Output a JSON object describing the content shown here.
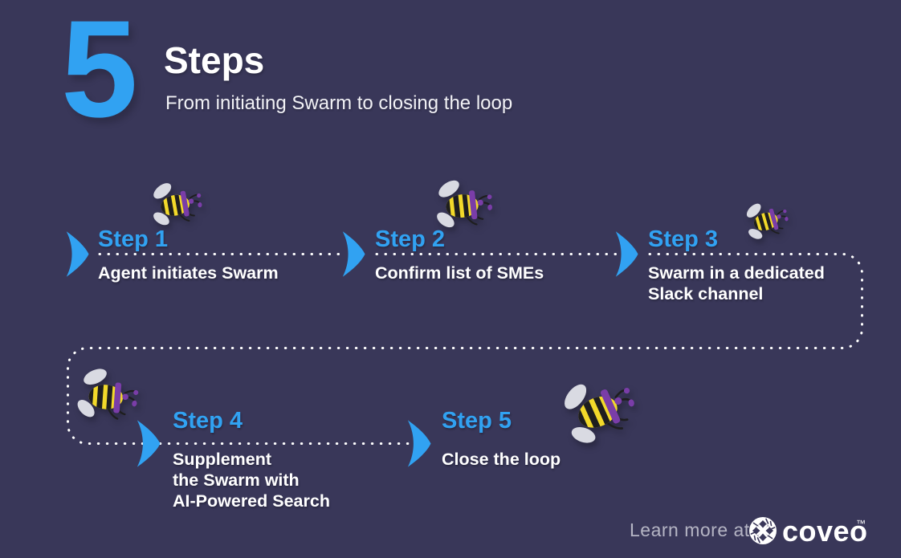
{
  "header": {
    "big_number": "5",
    "title": "Steps",
    "subtitle": "From initiating Swarm to closing the loop"
  },
  "steps": [
    {
      "label": "Step 1",
      "description": "Agent initiates Swarm"
    },
    {
      "label": "Step 2",
      "description": "Confirm list of SMEs"
    },
    {
      "label": "Step 3",
      "description": "Swarm in a dedicated\nSlack channel"
    },
    {
      "label": "Step 4",
      "description": "Supplement\nthe Swarm with\nAI-Powered Search"
    },
    {
      "label": "Step 5",
      "description": "Close the loop"
    }
  ],
  "footer": {
    "learn_more_text": "Learn more at",
    "brand_name": "coveo",
    "trademark": "™"
  },
  "colors": {
    "background": "#393759",
    "accent_blue": "#31A2F2",
    "text_white": "#FFFFFF",
    "muted_text": "#B5B5C4",
    "bee_yellow": "#F2D92A",
    "bee_purple": "#7A3DA8",
    "wing_gray": "#D9DAE2",
    "dotted_line": "#FFFFFF"
  },
  "icons": {
    "bee": "bee-icon",
    "chevron": "chevron-right-icon",
    "logo": "coveo-logo-icon"
  }
}
